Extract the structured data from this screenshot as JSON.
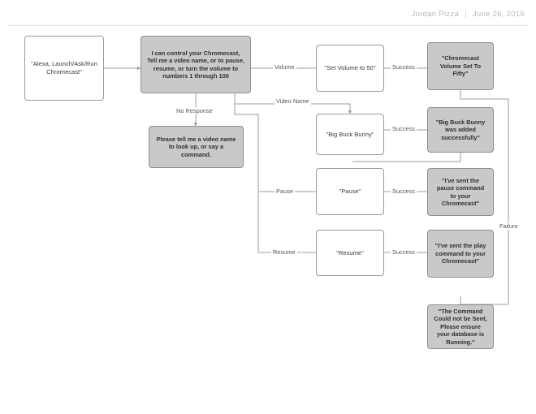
{
  "header": {
    "author": "Jordan Pizza",
    "separator": "|",
    "date": "June 26, 2016"
  },
  "colors": {
    "gray_fill": "#c9c9c9",
    "gray_border": "#8e8e8e",
    "white_fill": "#ffffff",
    "white_border": "#9a9a9a",
    "wire": "#9e9e9e",
    "label_text": "#555555",
    "header_text": "#b9b9b9"
  },
  "chart_data": {
    "type": "diagram",
    "title": "",
    "nodes": [
      {
        "id": "invoke",
        "label": "\"Alexa, Launch/Ask/Run Chromecast\"",
        "style": "white"
      },
      {
        "id": "intro",
        "label": "I can control your Chromecast, Tell me a video name, or to pause, resume, or turn the volume to numbers 1 through 100",
        "style": "gray"
      },
      {
        "id": "noresponse",
        "label": "Please tell me a video name to look up, or say a command.",
        "style": "gray"
      },
      {
        "id": "setvolume",
        "label": "\"Set Volume to 50\"",
        "style": "white"
      },
      {
        "id": "volumeok",
        "label": "\"Chromecast Volume Set To Fifty\"",
        "style": "gray"
      },
      {
        "id": "bigbuckbunny",
        "label": "\"Big Buck Bunny\"",
        "style": "white"
      },
      {
        "id": "bunnyok",
        "label": "\"Big Buck Bunny was added successfully\"",
        "style": "gray"
      },
      {
        "id": "pause",
        "label": "\"Pause\"",
        "style": "white"
      },
      {
        "id": "pauseok",
        "label": "\"I've sent the pause command to your Chromecast\"",
        "style": "gray"
      },
      {
        "id": "resume",
        "label": "\"Resume\"",
        "style": "white"
      },
      {
        "id": "resumeok",
        "label": "\"I've sent the play command to your Chromecast\"",
        "style": "gray"
      },
      {
        "id": "failure",
        "label": "\"The Command Could not be Sent,  Please ensure your database is Running.\"",
        "style": "gray"
      }
    ],
    "edges": [
      {
        "from": "invoke",
        "to": "intro",
        "label": ""
      },
      {
        "from": "intro",
        "to": "noresponse",
        "label": "No Response"
      },
      {
        "from": "intro",
        "to": "setvolume",
        "label": "Volume"
      },
      {
        "from": "intro",
        "to": "bigbuckbunny",
        "label": "Video Name"
      },
      {
        "from": "intro",
        "to": "pause",
        "label": "Pause"
      },
      {
        "from": "intro",
        "to": "resume",
        "label": "Resume"
      },
      {
        "from": "setvolume",
        "to": "volumeok",
        "label": "Success"
      },
      {
        "from": "bigbuckbunny",
        "to": "bunnyok",
        "label": "Success"
      },
      {
        "from": "pause",
        "to": "pauseok",
        "label": "Success"
      },
      {
        "from": "resume",
        "to": "resumeok",
        "label": "Success"
      },
      {
        "from": "volumeok",
        "to": "failure",
        "label": "Failure"
      },
      {
        "from": "bunnyok",
        "to": "failure",
        "label": ""
      }
    ],
    "edge_labels": {
      "volume": "Volume",
      "video_name": "Video Name",
      "pause": "Pause",
      "resume": "Resume",
      "no_response": "No Response",
      "success_volume": "Success",
      "success_bunny": "Success",
      "success_pause": "Success",
      "success_resume": "Success",
      "failure": "Failure"
    }
  }
}
